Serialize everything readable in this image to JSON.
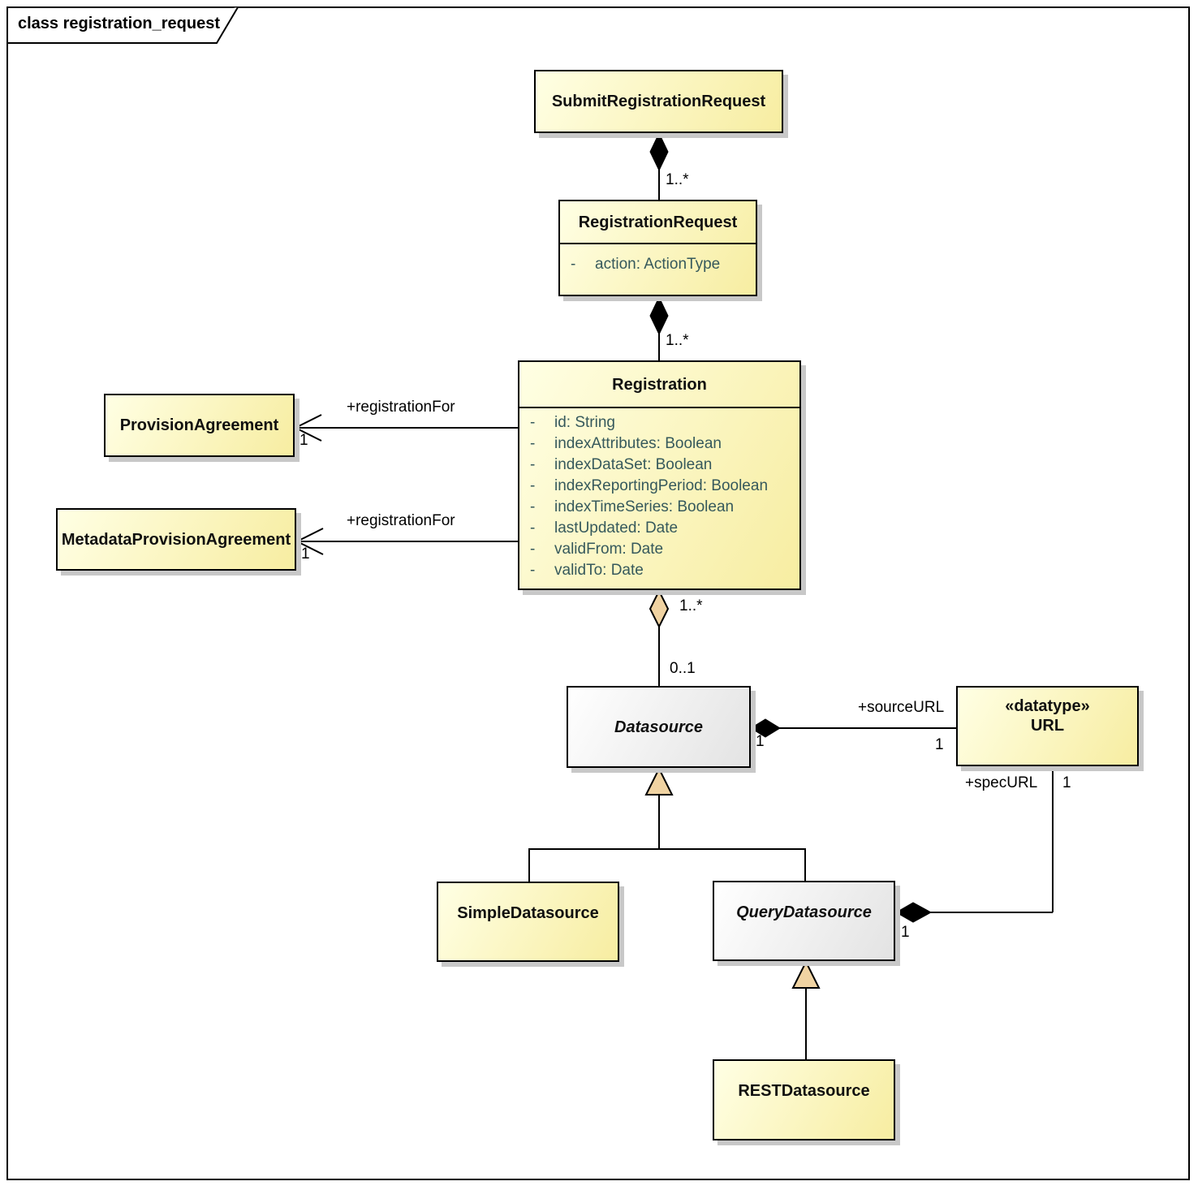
{
  "frame": {
    "title": "class registration_request"
  },
  "classes": {
    "submit_registration_request": {
      "name": "SubmitRegistrationRequest"
    },
    "registration_request": {
      "name": "RegistrationRequest",
      "attr_visibility": "-",
      "attributes": [
        "action: ActionType"
      ]
    },
    "registration": {
      "name": "Registration",
      "attr_visibility": "-",
      "attributes": [
        "id: String",
        "indexAttributes: Boolean",
        "indexDataSet: Boolean",
        "indexReportingPeriod: Boolean",
        "indexTimeSeries: Boolean",
        "lastUpdated: Date",
        "validFrom: Date",
        "validTo: Date"
      ]
    },
    "provision_agreement": {
      "name": "ProvisionAgreement"
    },
    "metadata_provision_agreement": {
      "name": "MetadataProvisionAgreement"
    },
    "datasource": {
      "name": "Datasource"
    },
    "url": {
      "stereotype": "«datatype»",
      "name": "URL"
    },
    "simple_datasource": {
      "name": "SimpleDatasource"
    },
    "query_datasource": {
      "name": "QueryDatasource"
    },
    "rest_datasource": {
      "name": "RESTDatasource"
    }
  },
  "relationships": {
    "submit_contains_request": {
      "multiplicity": "1..*"
    },
    "request_contains_registration": {
      "multiplicity": "1..*"
    },
    "registration_for_pa": {
      "role": "+registrationFor",
      "target_multiplicity": "1"
    },
    "registration_for_mpa": {
      "role": "+registrationFor",
      "target_multiplicity": "1"
    },
    "registration_has_datasource": {
      "source_multiplicity": "1..*",
      "target_multiplicity": "0..1"
    },
    "datasource_source_url": {
      "role": "+sourceURL",
      "datasource_multiplicity": "1",
      "url_multiplicity": "1"
    },
    "query_spec_url": {
      "role": "+specURL",
      "url_multiplicity": "1",
      "query_multiplicity": "1"
    }
  },
  "colors": {
    "class_fill_light": "#ffffe4",
    "class_fill_dark": "#f7eda1",
    "abstract_fill_light": "#ffffff",
    "abstract_fill_dark": "#e3e3e3",
    "aggregation_diamond_fill": "#f0d3a2",
    "composition_diamond_fill": "#000000",
    "attribute_text": "#36595c",
    "border": "#000000",
    "shadow": "#c8c8c8"
  }
}
